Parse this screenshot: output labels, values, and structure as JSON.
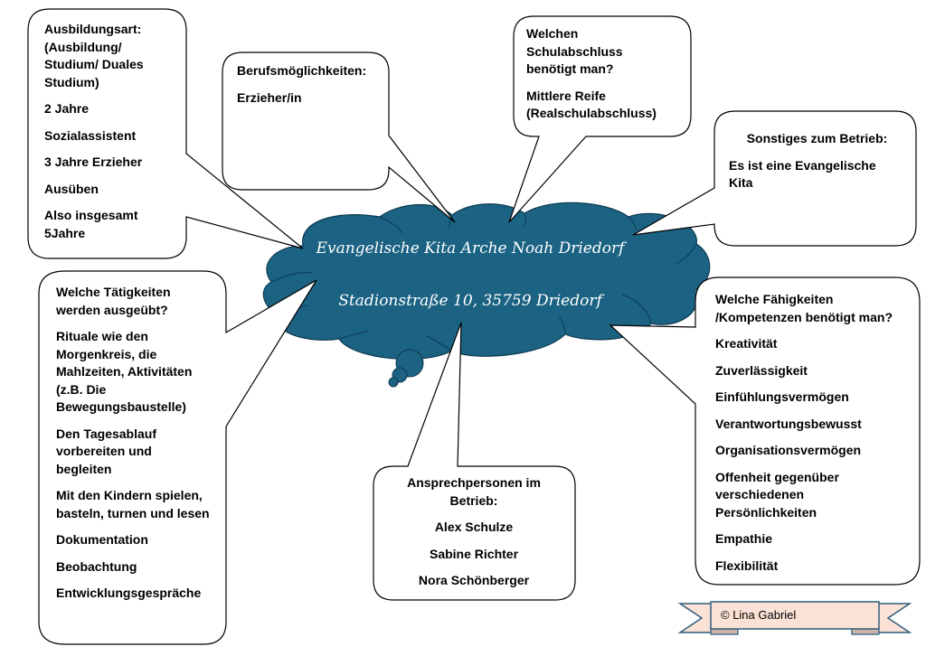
{
  "colors": {
    "cloud_fill": "#1b6283",
    "cloud_stroke": "#0f3b52",
    "callout_stroke": "#000000",
    "banner_fill": "#fbe2d6",
    "banner_stroke": "#2f5d7c"
  },
  "center": {
    "title": "Evangelische Kita Arche Noah Driedorf",
    "address": "Stadionstraße 10, 35759 Driedorf"
  },
  "callouts": {
    "ausbildung": {
      "heading": "Ausbildungsart: (Ausbildung/ Studium/ Duales Studium)",
      "items": [
        "2 Jahre",
        "Sozialassistent",
        "3 Jahre Erzieher",
        "Ausüben",
        "Also insgesamt 5Jahre"
      ]
    },
    "beruf": {
      "heading": "Berufsmöglichkeiten:",
      "items": [
        "Erzieher/in"
      ]
    },
    "schulabschluss": {
      "heading": "Welchen Schulabschluss benötigt man?",
      "items": [
        "Mittlere Reife (Realschulabschluss)"
      ]
    },
    "sonstiges": {
      "heading": "Sonstiges zum Betrieb:",
      "items": [
        "Es ist eine Evangelische Kita"
      ]
    },
    "taetigkeiten": {
      "heading": "Welche Tätigkeiten werden ausgeübt?",
      "items": [
        "Rituale wie den Morgenkreis, die Mahlzeiten, Aktivitäten (z.B. Die Bewegungsbaustelle)",
        "Den Tagesablauf vorbereiten und begleiten",
        "Mit den Kindern spielen, basteln, turnen und lesen",
        "Dokumentation",
        "Beobachtung",
        "Entwicklungsgespräche"
      ]
    },
    "faehigkeiten": {
      "heading": "Welche Fähigkeiten /Kompetenzen benötigt man?",
      "items": [
        "Kreativität",
        "Zuverlässigkeit",
        "Einfühlungsvermögen",
        "Verantwortungsbewusst",
        "Organisationsvermögen",
        "Offenheit gegenüber verschiedenen Persönlichkeiten",
        "Empathie",
        "Flexibilität"
      ]
    },
    "ansprechpersonen": {
      "heading": "Ansprechpersonen im Betrieb:",
      "items": [
        "Alex Schulze",
        "Sabine Richter",
        "Nora Schönberger"
      ]
    }
  },
  "banner": {
    "text": "© Lina Gabriel"
  }
}
